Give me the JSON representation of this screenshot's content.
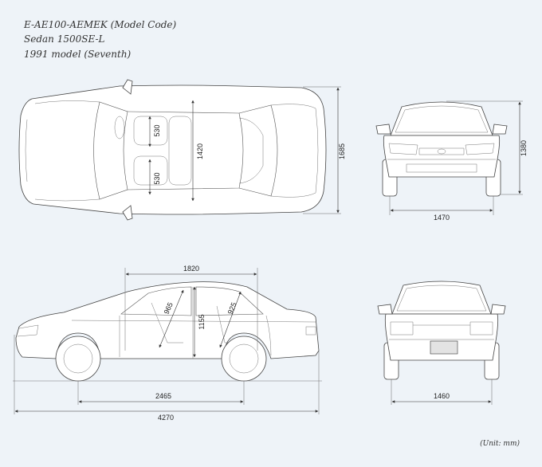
{
  "header": {
    "model_code": "E-AE100-AEMEK (Model Code)",
    "grade": "Sedan 1500SE-L",
    "year": "1991 model (Seventh)"
  },
  "unit_note": "(Unit: mm)",
  "dimensions": {
    "width_overall": "1685",
    "seat_depth_front": "530",
    "seat_depth_rear": "530",
    "interior_width": "1420",
    "height_overall": "1380",
    "front_tread": "1470",
    "interior_length": "1820",
    "front_headroom": "965",
    "interior_height": "1155",
    "rear_headroom": "925",
    "wheelbase": "2465",
    "length_overall": "4270",
    "rear_tread": "1460"
  }
}
